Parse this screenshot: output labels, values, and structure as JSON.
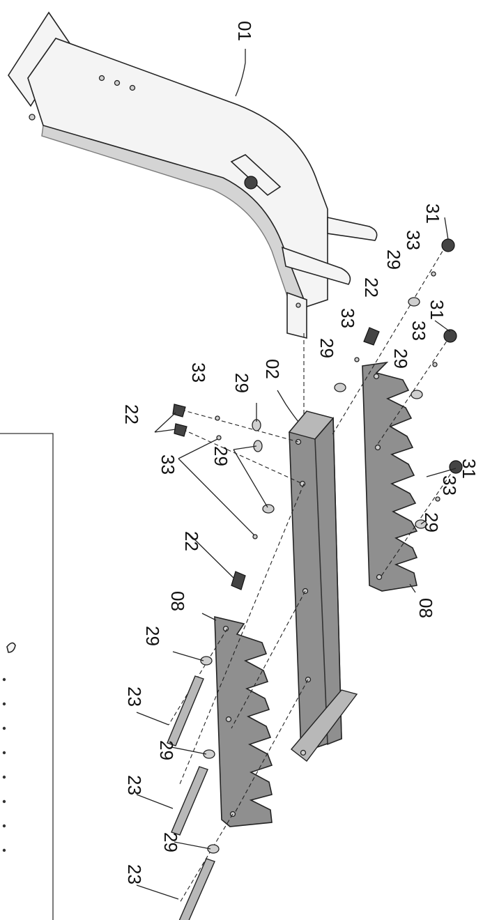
{
  "labels": {
    "l01": "01",
    "l02": "02",
    "l08a": "08",
    "l08b": "08",
    "l22a": "22",
    "l22b": "22",
    "l22c": "22",
    "l23a": "23",
    "l23b": "23",
    "l23c": "23",
    "l29a": "29",
    "l29b": "29",
    "l29c": "29",
    "l29d": "29",
    "l29e": "29",
    "l29f": "29",
    "l29g": "29",
    "l29h": "29",
    "l29i": "29",
    "l31a": "31",
    "l31b": "31",
    "l31c": "31",
    "l33a": "33",
    "l33b": "33",
    "l33c": "33",
    "l33d": "33",
    "l33e": "33"
  },
  "colors": {
    "outline": "#222222",
    "dark_part": "#8f8f8f",
    "light_part": "#f4f4f4"
  }
}
